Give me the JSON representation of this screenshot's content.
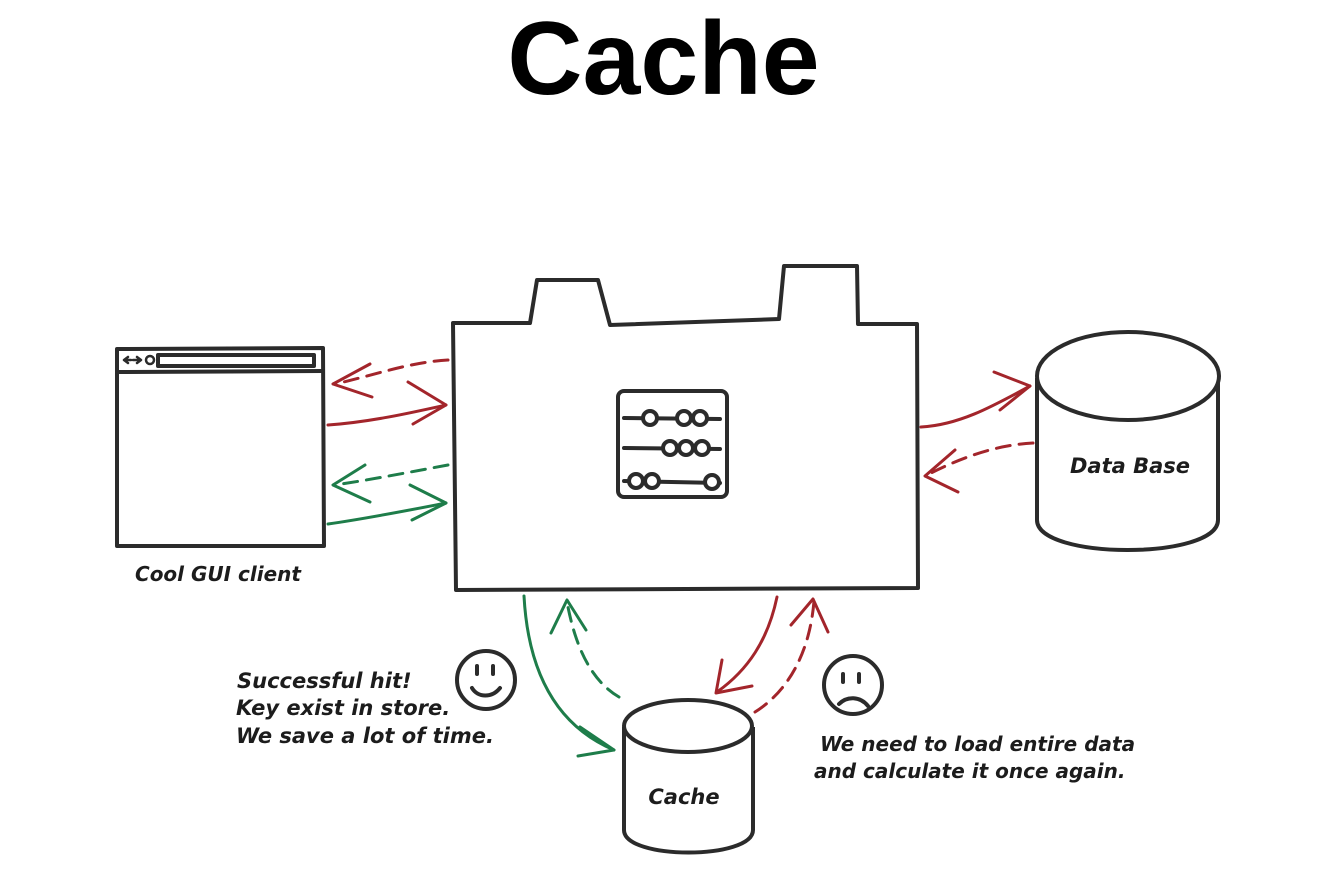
{
  "title": "Cache",
  "nodes": {
    "client": {
      "label": "Cool GUI client"
    },
    "server": {
      "label": ""
    },
    "database": {
      "label": "Data Base"
    },
    "cache": {
      "label": "Cache"
    }
  },
  "notes": {
    "hit": [
      "Successful hit!",
      "Key exist in store.",
      "We save a lot of time."
    ],
    "miss": [
      "We need to load entire data",
      "and calculate it once again."
    ]
  },
  "icons": {
    "hit_face": "smiley-face-icon",
    "miss_face": "sad-face-icon",
    "server_symbol": "abacus-icon",
    "client_toolbar": "browser-toolbar-icon"
  },
  "colors": {
    "outline": "#2b2b2b",
    "miss_flow": "#a3252b",
    "hit_flow": "#1e7d4a",
    "text": "#1c1c1c"
  }
}
